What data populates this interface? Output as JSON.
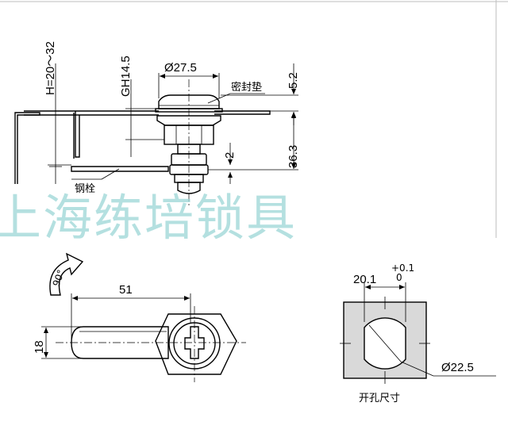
{
  "top_view": {
    "height_range": "H=20～32",
    "thread": "GH14.5",
    "flange_diameter": "Ø27.5",
    "gasket_label": "密封垫",
    "flange_thickness": "5.2",
    "body_length": "36.3",
    "washer_gap": "2",
    "bolt_label": "钢栓"
  },
  "cam_view": {
    "rotation": "90°",
    "cam_length": "51",
    "cam_width": "18"
  },
  "cutout_view": {
    "width": "20.1",
    "tol_upper": "+0.1",
    "tol_lower": "0",
    "hole_diameter": "Ø22.5",
    "caption": "开孔尺寸"
  },
  "watermark": "上海练培锁具",
  "colors": {
    "line": "#000000",
    "cutout_fill": "#d9d9d9",
    "watermark": "#9bd6d6"
  }
}
